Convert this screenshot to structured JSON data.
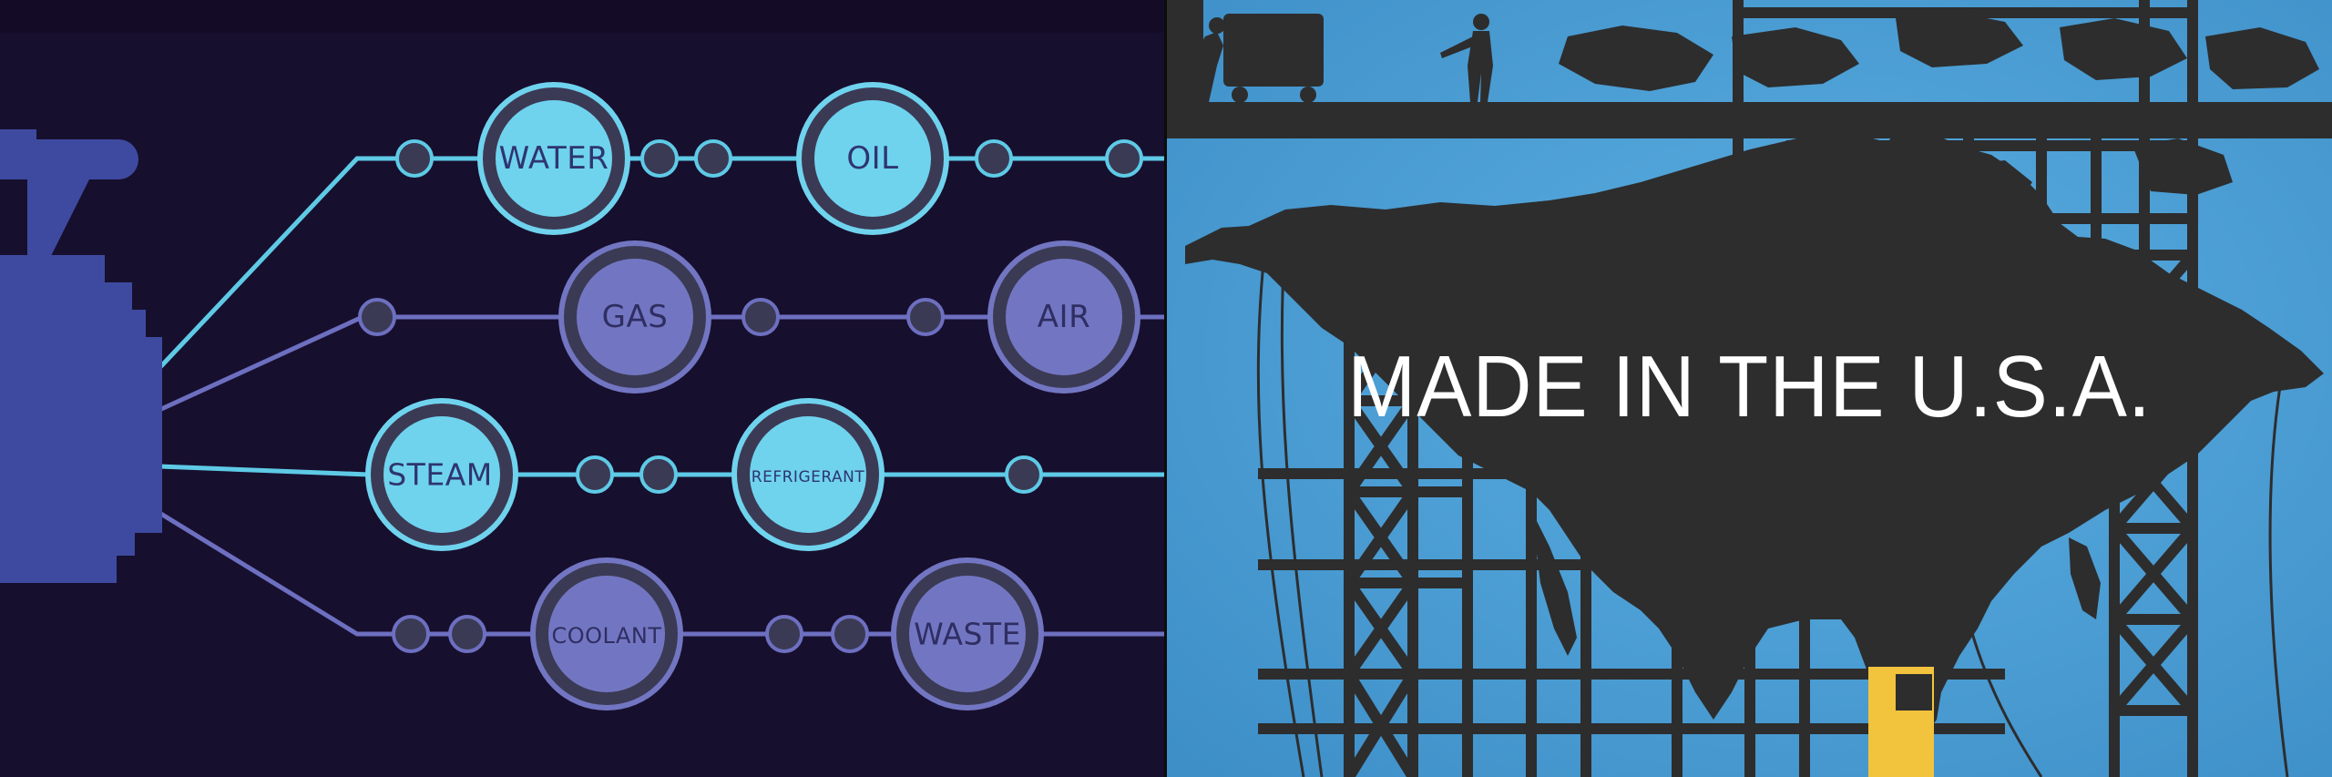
{
  "left_panel": {
    "nodes": [
      {
        "label": "WATER",
        "color": "cyan"
      },
      {
        "label": "OIL",
        "color": "cyan"
      },
      {
        "label": "GAS",
        "color": "violet"
      },
      {
        "label": "AIR",
        "color": "violet"
      },
      {
        "label": "STEAM",
        "color": "cyan"
      },
      {
        "label": "REFRIGERANT",
        "color": "cyan"
      },
      {
        "label": "COOLANT",
        "color": "violet"
      },
      {
        "label": "WASTE",
        "color": "violet"
      }
    ],
    "colors": {
      "background": "#170f2e",
      "cyan_line": "#5ecae6",
      "cyan_fill": "#6fd3ee",
      "violet_line": "#6d6fc0",
      "violet_fill": "#7276c2",
      "ring_dark": "#3b3a55",
      "machine": "#3e4aa0"
    }
  },
  "right_panel": {
    "headline": "MADE IN THE U.S.A.",
    "colors": {
      "sky": "#4a9fd6",
      "silhouette": "#2d2d2e",
      "accent": "#f2c33c"
    }
  }
}
